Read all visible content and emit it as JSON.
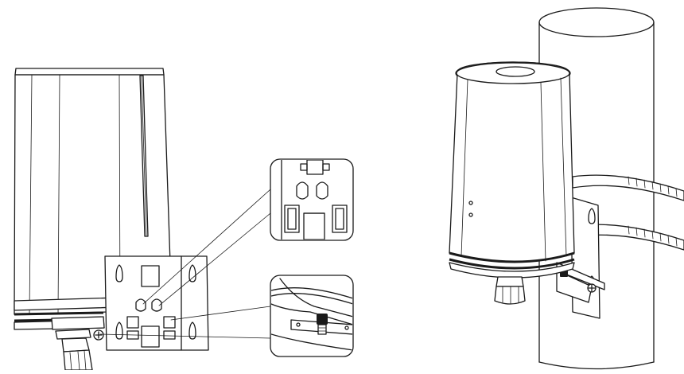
{
  "figure": {
    "panels": [
      {
        "id": "left",
        "content": "router-unit-with-wall-bracket-and-detail-callouts"
      },
      {
        "id": "right",
        "content": "router-unit-mounted-on-pole-with-band-clamps"
      }
    ],
    "callouts": [
      {
        "id": "callout-top",
        "content": "bracket-screw-slots-detail"
      },
      {
        "id": "callout-bottom",
        "content": "bracket-locking-screw-detail"
      }
    ],
    "icons": [
      "screw-icon",
      "clamp-band-icon",
      "cable-gland-icon"
    ],
    "colors": {
      "line": "#1a1a1a",
      "background": "#ffffff"
    }
  }
}
